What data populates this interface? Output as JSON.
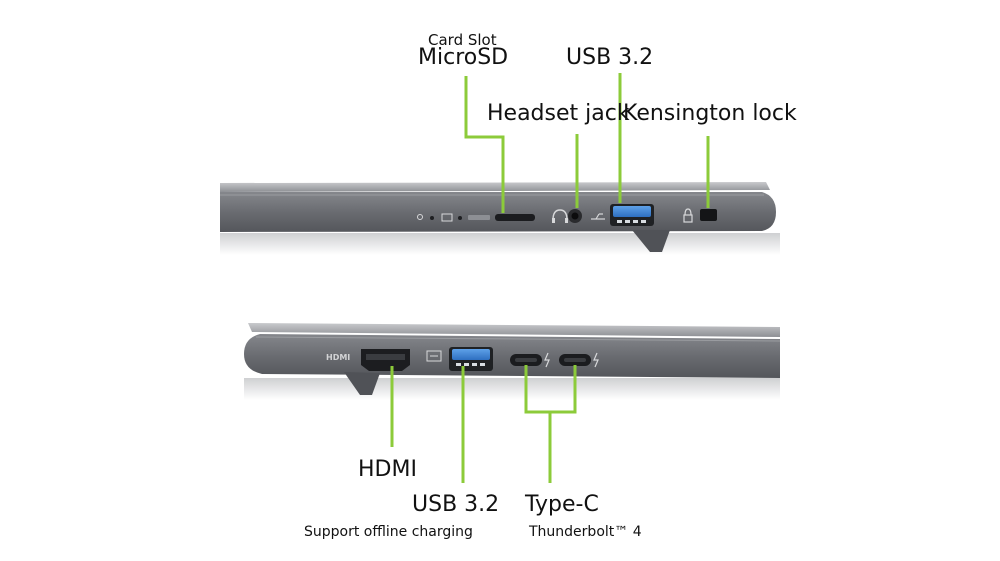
{
  "top_view": {
    "card_slot_caption": "Card Slot",
    "microsd_label": "MicroSD",
    "usb_label": "USB 3.2",
    "headset_label": "Headset jack",
    "kensington_label": "Kensington lock"
  },
  "bottom_view": {
    "hdmi_label": "HDMI",
    "usb_label": "USB 3.2",
    "usb_caption": "Support offline charging",
    "typec_label": "Type-C",
    "typec_caption": "Thunderbolt™ 4"
  },
  "colors": {
    "callout_line": "#8CCB3A",
    "chassis": "#6E7076",
    "chassis_dark": "#4C4E53",
    "usb_port": "#3E84D6",
    "background": "#FFFFFF"
  },
  "icons": [
    "power-led-icon",
    "battery-led-icon",
    "headset-icon",
    "usb-icon",
    "lock-icon",
    "hdmi-logo-icon",
    "usb-charging-icon",
    "thunderbolt-icon"
  ]
}
